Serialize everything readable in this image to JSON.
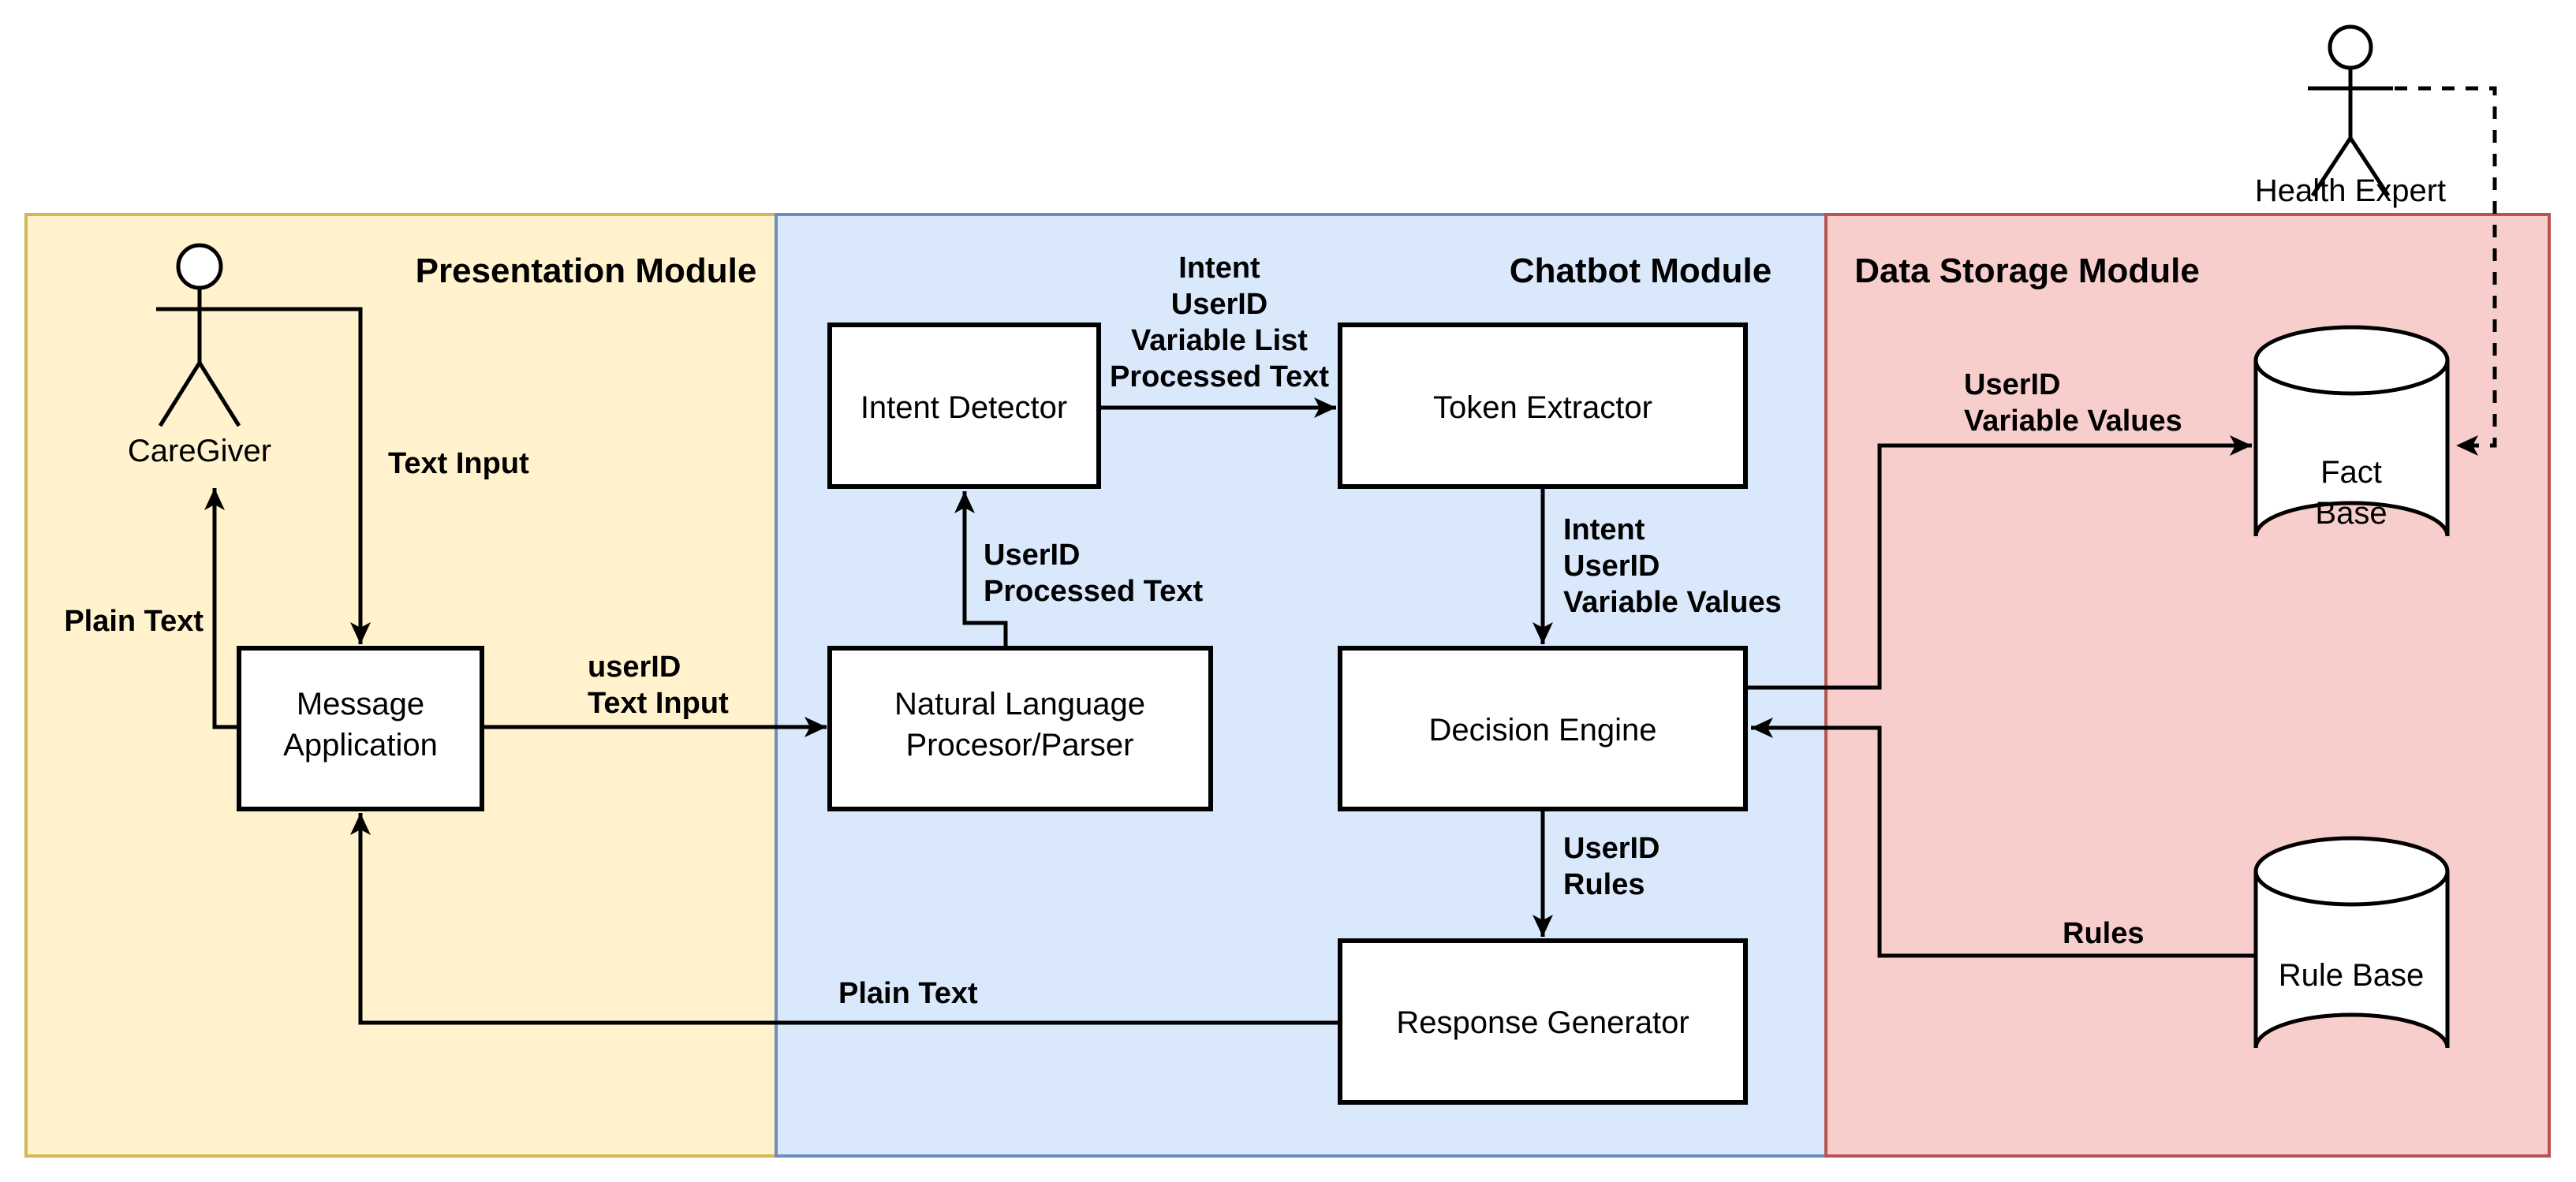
{
  "diagram": {
    "modules": {
      "presentation": {
        "title": "Presentation Module",
        "fill": "#FFF2CC",
        "border": "#D6B656"
      },
      "chatbot": {
        "title": "Chatbot Module",
        "fill": "#DAE8FC",
        "border": "#6C8EBF"
      },
      "data_storage": {
        "title": "Data Storage Module",
        "fill": "#F8CECC",
        "border": "#B85450"
      }
    },
    "actors": {
      "caregiver": {
        "label": "CareGiver"
      },
      "health_expert": {
        "label": "Health Expert"
      }
    },
    "nodes": {
      "message_application": {
        "lines": [
          "Message",
          "Application"
        ]
      },
      "nlp": {
        "lines": [
          "Natural Language",
          "Procesor/Parser"
        ]
      },
      "intent_detector": {
        "lines": [
          "Intent Detector"
        ]
      },
      "token_extractor": {
        "lines": [
          "Token Extractor"
        ]
      },
      "decision_engine": {
        "lines": [
          "Decision Engine"
        ]
      },
      "response_generator": {
        "lines": [
          "Response Generator"
        ]
      },
      "fact_base": {
        "lines": [
          "Fact",
          "Base"
        ]
      },
      "rule_base": {
        "lines": [
          "Rule Base"
        ]
      }
    },
    "edges": {
      "caregiver_to_message": {
        "lines": [
          "Text Input"
        ]
      },
      "message_to_caregiver": {
        "lines": [
          "Plain Text"
        ]
      },
      "message_to_nlp": {
        "lines": [
          "userID",
          "Text Input"
        ]
      },
      "nlp_to_intent": {
        "lines": [
          "UserID",
          "Processed Text"
        ]
      },
      "intent_to_token": {
        "lines": [
          "Intent",
          "UserID",
          "Variable List",
          "Processed Text"
        ]
      },
      "token_to_decision": {
        "lines": [
          "Intent",
          "UserID",
          "Variable Values"
        ]
      },
      "decision_to_response": {
        "lines": [
          "UserID",
          "Rules"
        ]
      },
      "response_to_message": {
        "lines": [
          "Plain Text"
        ]
      },
      "decision_to_fact_base": {
        "lines": [
          "UserID",
          "Variable Values"
        ]
      },
      "rule_base_to_decision": {
        "lines": [
          "Rules"
        ]
      }
    },
    "line_color": "#000000"
  }
}
